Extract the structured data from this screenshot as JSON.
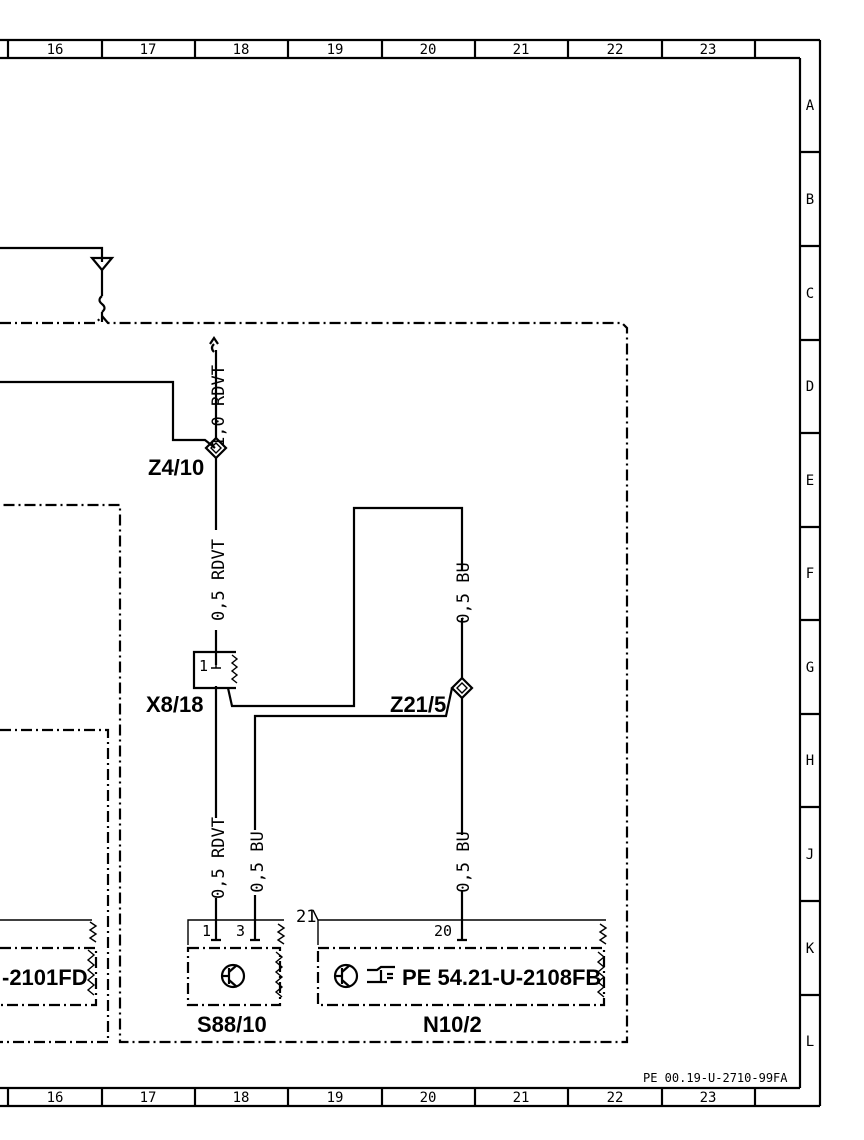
{
  "columns": [
    "16",
    "17",
    "18",
    "19",
    "20",
    "21",
    "22",
    "23"
  ],
  "rows": [
    "A",
    "B",
    "C",
    "D",
    "E",
    "F",
    "G",
    "H",
    "J",
    "K",
    "L"
  ],
  "wires": {
    "top_rdvt": "1,0 RDVT",
    "mid_rdvt": "0,5 RDVT",
    "mid_bu": "0,5 BU",
    "bottom_rdvt": "0,5 RDVT",
    "bottom_bu_left": "0,5 BU",
    "bottom_bu_right": "0,5 BU"
  },
  "components": {
    "z4": "Z4/10",
    "x8": "X8/18",
    "z21": "Z21/5",
    "s88": "S88/10",
    "n10": "N10/2",
    "left_ref": "-2101FD",
    "pe_ref": "PE 54.21-U-2108FB"
  },
  "pins": {
    "x8_pin": "1",
    "s88_pin1": "1",
    "s88_pin3": "3",
    "n10_pin20": "20",
    "n10_num": "21"
  },
  "doc_ref": "PE 00.19-U-2710-99FA"
}
